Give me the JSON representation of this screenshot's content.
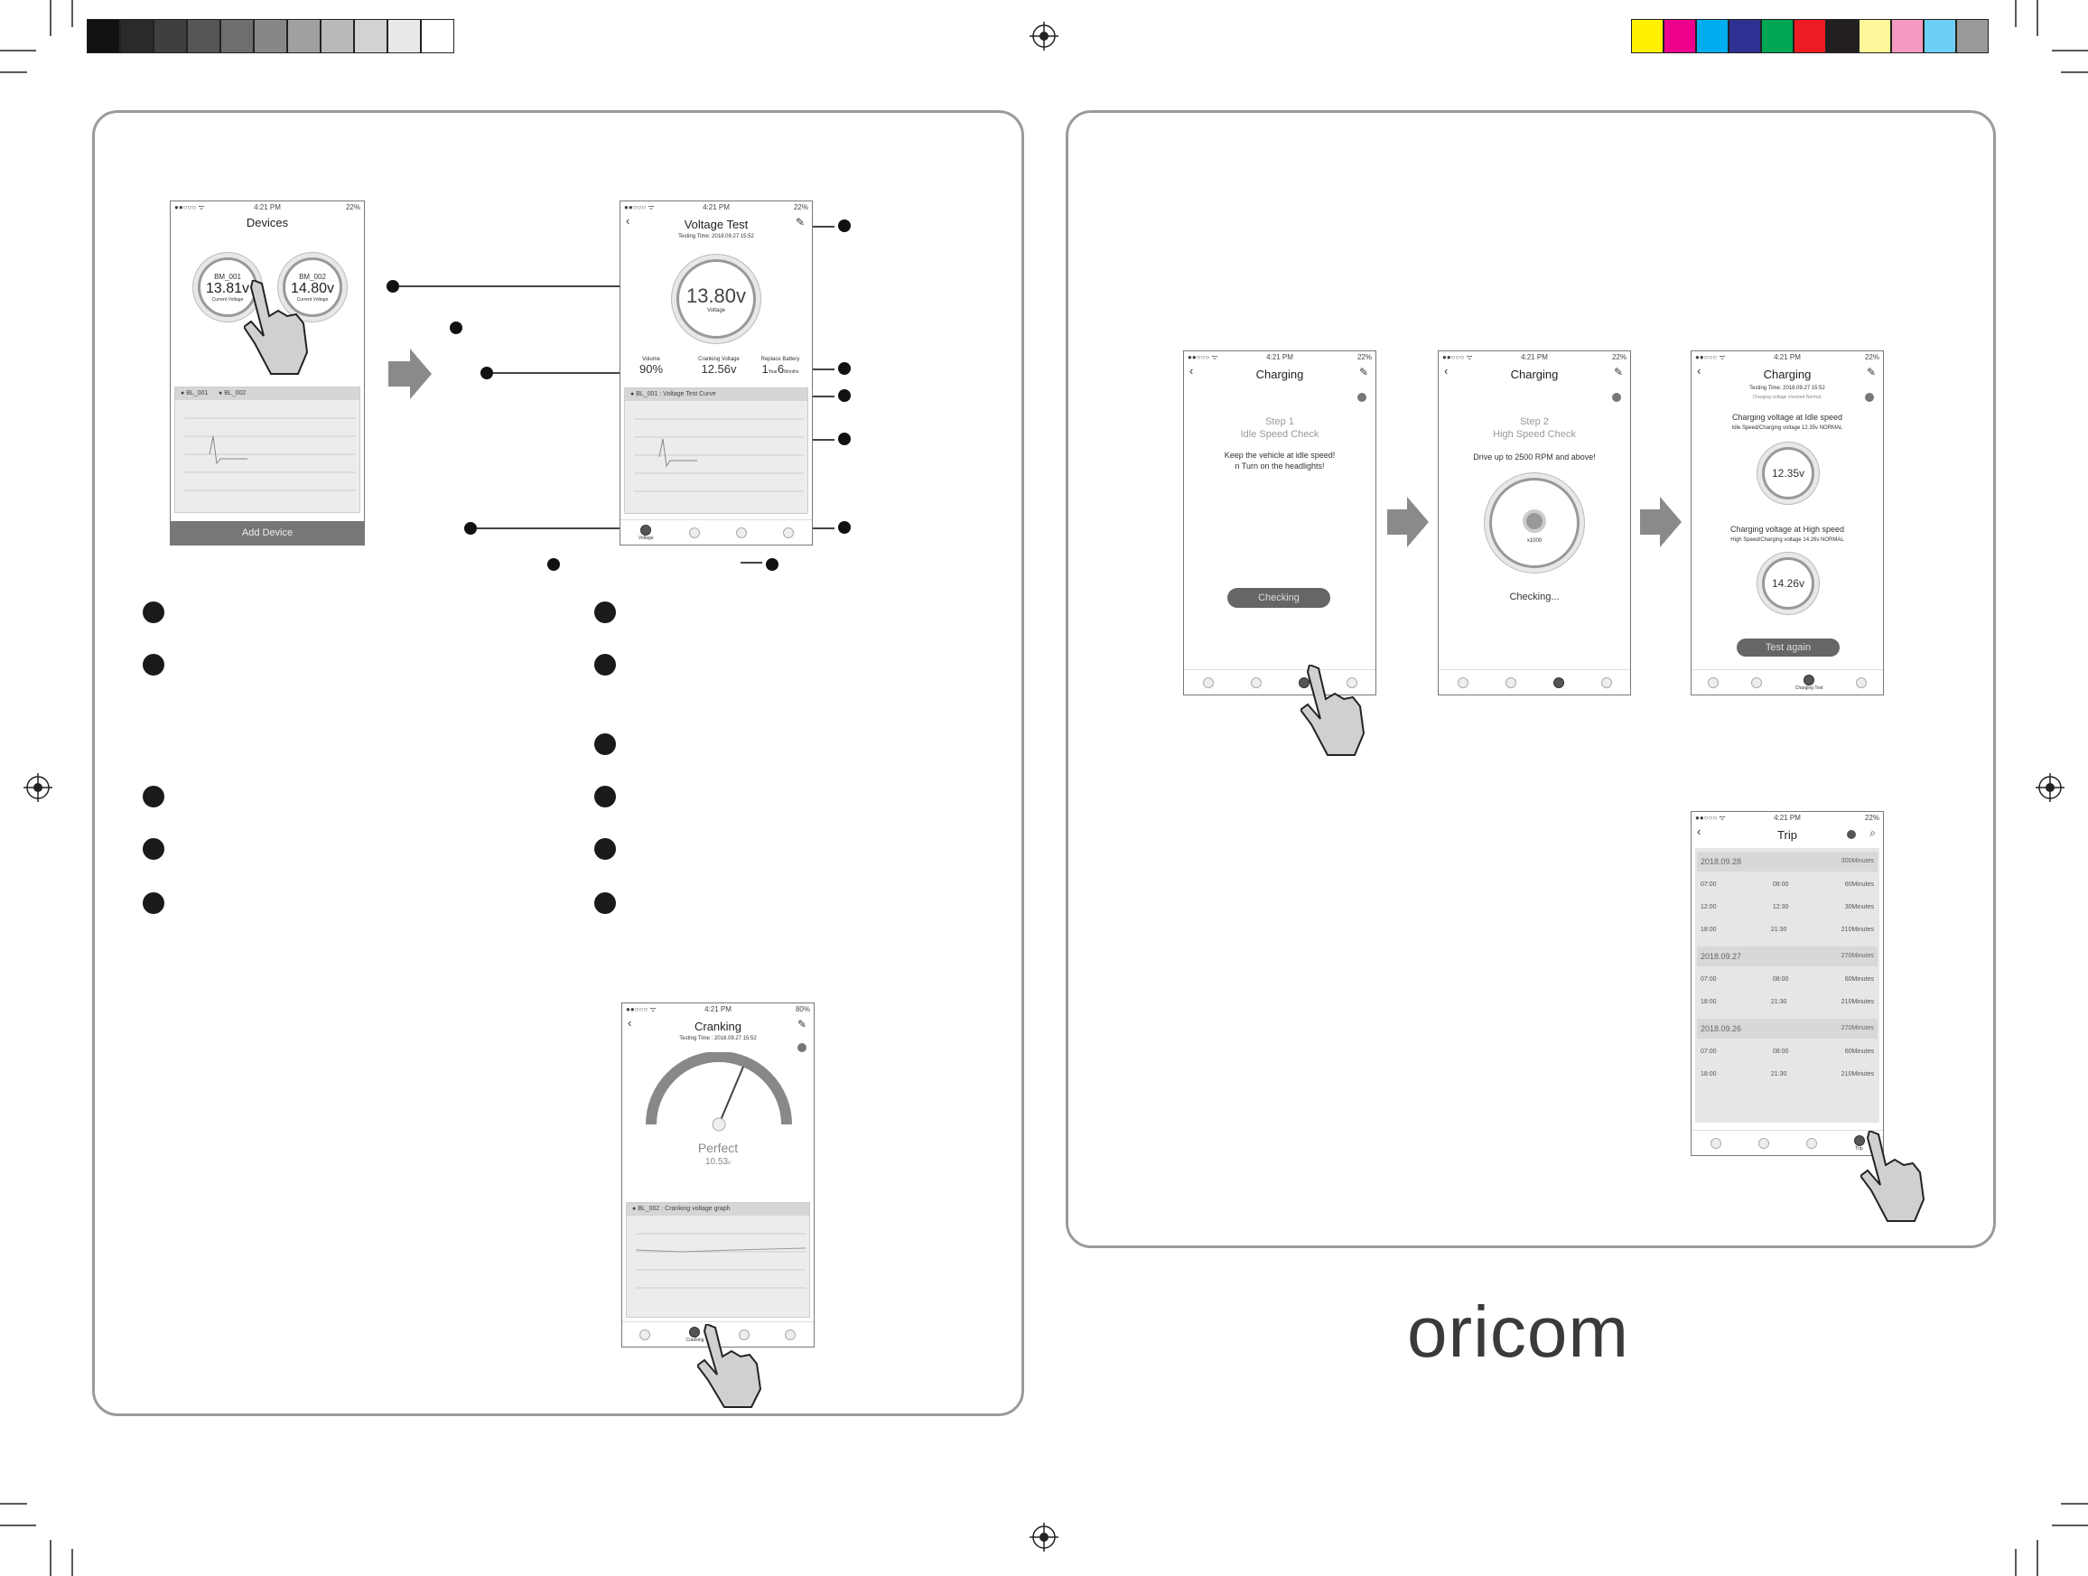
{
  "left_panel": {
    "devices": {
      "status_time": "4:21 PM",
      "status_batt": "22%",
      "title": "Devices",
      "device1": {
        "name": "BM_001",
        "voltage": "13.81v",
        "sub": "Current Voltage"
      },
      "device2": {
        "name": "BM_002",
        "voltage": "14.80v",
        "sub": "Current Voltage"
      },
      "tab1": "BL_001",
      "tab2": "BL_002",
      "add_device": "Add Device"
    },
    "voltage": {
      "status_time": "4:21 PM",
      "status_batt": "22%",
      "title": "Voltage Test",
      "testing_time": "Testing Time: 2018.09.27  15:52",
      "voltage": "13.80v",
      "voltage_label": "Voltage",
      "volume_label": "Volume",
      "volume_value": "90%",
      "cranking_label": "Cranking Voltage",
      "cranking_value": "12.56v",
      "replace_label": "Replace Battery",
      "replace_value": "1",
      "replace_unit": "Year",
      "replace_value2": "6",
      "replace_unit2": "Months",
      "curve_title": "BL_001 : Voltage Test Curve",
      "tab_voltage": "Voltage"
    },
    "cranking": {
      "status_time": "4:21 PM",
      "status_batt": "80%",
      "title": "Cranking",
      "testing_time": "Testing Time : 2018.09.27  15:52",
      "result": "Perfect",
      "value": "10.53",
      "value_unit": "v",
      "graph_title": "BL_002 : Cranking voltage graph",
      "tab_cranking": "Cranking"
    }
  },
  "right_panel": {
    "charging1": {
      "status_time": "4:21 PM",
      "status_batt": "22%",
      "title": "Charging",
      "step": "Step 1",
      "step_name": "Idle Speed Check",
      "instr1": "Keep the vehicle at idle speed!",
      "instr2": "n Turn on the headlights!",
      "button": "Checking"
    },
    "charging2": {
      "status_time": "4:21 PM",
      "status_batt": "22%",
      "title": "Charging",
      "step": "Step 2",
      "step_name": "High Speed Check",
      "instr": "Drive up to 2500 RPM and above!",
      "rpm": "x1000",
      "checking": "Checking..."
    },
    "charging3": {
      "status_time": "4:21 PM",
      "status_batt": "22%",
      "title": "Charging",
      "testing_time": "Testing Time: 2018.09.27  15:52",
      "checked": "Charging voltage checked Normal.",
      "idle_title": "Charging voltage at Idle speed",
      "idle_sub": "Idle Speed/Charging voltage 12.35v NORMAL",
      "idle_value": "12.35v",
      "high_title": "Charging voltage at High speed",
      "high_sub": "High Speed/Charging voltage 14.26v NORMAL",
      "high_value": "14.26v",
      "button": "Test again",
      "tab_charging": "Charging Test"
    },
    "trip": {
      "status_time": "4:21 PM",
      "status_batt": "22%",
      "title": "Trip",
      "tab_trip": "Trip",
      "days": [
        {
          "date": "2018.09.28",
          "total": "300Minutes",
          "rows": [
            {
              "start": "07:00",
              "end": "08:00",
              "dur": "60Minutes"
            },
            {
              "start": "12:00",
              "end": "12:30",
              "dur": "30Minutes"
            },
            {
              "start": "18:00",
              "end": "21:30",
              "dur": "210Minutes"
            }
          ]
        },
        {
          "date": "2018.09.27",
          "total": "270Minutes",
          "rows": [
            {
              "start": "07:00",
              "end": "08:00",
              "dur": "60Minutes"
            },
            {
              "start": "18:00",
              "end": "21:30",
              "dur": "210Minutes"
            }
          ]
        },
        {
          "date": "2018.09.26",
          "total": "270Minutes",
          "rows": [
            {
              "start": "07:00",
              "end": "08:00",
              "dur": "60Minutes"
            },
            {
              "start": "18:00",
              "end": "21:30",
              "dur": "210Minutes"
            }
          ]
        }
      ]
    }
  },
  "brand": "oricom",
  "colors": {
    "gray_bar": [
      "#111111",
      "#2a2a2a",
      "#3f3f3f",
      "#555555",
      "#6e6e6e",
      "#878787",
      "#a0a0a0",
      "#b9b9b9",
      "#d2d2d2",
      "#e8e8e8",
      "#ffffff"
    ],
    "color_bar": [
      "#fff200",
      "#ec008c",
      "#00aeef",
      "#2e3192",
      "#00a651",
      "#ed1c24",
      "#231f20",
      "#fff799",
      "#f49ac1",
      "#6dcff6",
      "#999999"
    ]
  }
}
